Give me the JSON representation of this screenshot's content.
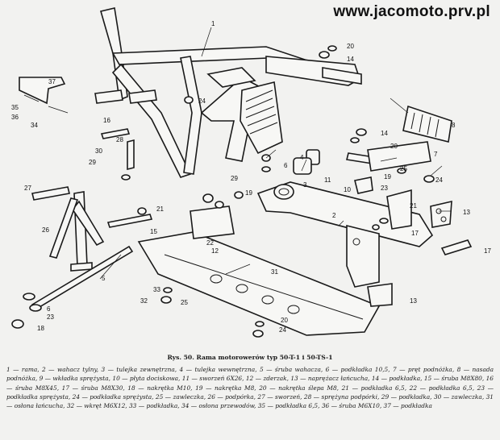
{
  "watermark": "www.jacomoto.prv.pl",
  "caption_title": "Rys. 50. Rama motorowerów typ 50-T-1 i 50-TS-1",
  "legend": [
    {
      "n": "1",
      "t": "rama"
    },
    {
      "n": "2",
      "t": "wahacz tylny"
    },
    {
      "n": "3",
      "t": "tulejka zewnętrzna"
    },
    {
      "n": "4",
      "t": "tulejka wewnętrzna"
    },
    {
      "n": "5",
      "t": "śruba wahacza"
    },
    {
      "n": "6",
      "t": "podkładka 10,5"
    },
    {
      "n": "7",
      "t": "pręt podnóżka"
    },
    {
      "n": "8",
      "t": "nasada podnóżka"
    },
    {
      "n": "9",
      "t": "wkładka sprężysta"
    },
    {
      "n": "10",
      "t": "płyta dociskowa"
    },
    {
      "n": "11",
      "t": "sworzeń 6X26"
    },
    {
      "n": "12",
      "t": "zderzak"
    },
    {
      "n": "13",
      "t": "naprężacz łańcucha"
    },
    {
      "n": "14",
      "t": "podkładka"
    },
    {
      "n": "15",
      "t": "śruba M8X80"
    },
    {
      "n": "16",
      "t": "śruba M8X45"
    },
    {
      "n": "17",
      "t": "śruba M8X30"
    },
    {
      "n": "18",
      "t": "nakrętka M10"
    },
    {
      "n": "19",
      "t": "nakrętka M8"
    },
    {
      "n": "20",
      "t": "nakrętka ślepa M8"
    },
    {
      "n": "21",
      "t": "podkładka 6,5"
    },
    {
      "n": "22",
      "t": "podkładka 6,5"
    },
    {
      "n": "23",
      "t": "podkładka sprężysta"
    },
    {
      "n": "24",
      "t": "podkładka sprężysta"
    },
    {
      "n": "25",
      "t": "zawleczka"
    },
    {
      "n": "26",
      "t": "podpórka"
    },
    {
      "n": "27",
      "t": "sworzeń"
    },
    {
      "n": "28",
      "t": "sprężyna podpórki"
    },
    {
      "n": "29",
      "t": "podkładka"
    },
    {
      "n": "30",
      "t": "zawleczka"
    },
    {
      "n": "31",
      "t": "osłona łańcucha"
    },
    {
      "n": "32",
      "t": "wkręt M6X12"
    },
    {
      "n": "33",
      "t": "podkładka"
    },
    {
      "n": "34",
      "t": "osłona przewodów"
    },
    {
      "n": "35",
      "t": "podkładka 6,5"
    },
    {
      "n": "36",
      "t": "śruba M6X10"
    },
    {
      "n": "37",
      "t": "podkładka"
    }
  ],
  "callouts": [
    {
      "id": "1",
      "label": "1"
    },
    {
      "id": "2",
      "label": "2"
    },
    {
      "id": "3",
      "label": "3"
    },
    {
      "id": "4",
      "label": "4"
    },
    {
      "id": "5",
      "label": "5"
    },
    {
      "id": "6a",
      "label": "6"
    },
    {
      "id": "6b",
      "label": "6"
    },
    {
      "id": "7",
      "label": "7"
    },
    {
      "id": "8",
      "label": "8"
    },
    {
      "id": "10",
      "label": "10"
    },
    {
      "id": "11",
      "label": "11"
    },
    {
      "id": "12",
      "label": "12"
    },
    {
      "id": "13a",
      "label": "13"
    },
    {
      "id": "13b",
      "label": "13"
    },
    {
      "id": "14a",
      "label": "14"
    },
    {
      "id": "14b",
      "label": "14"
    },
    {
      "id": "15",
      "label": "15"
    },
    {
      "id": "16",
      "label": "16"
    },
    {
      "id": "17a",
      "label": "17"
    },
    {
      "id": "17b",
      "label": "17"
    },
    {
      "id": "18",
      "label": "18"
    },
    {
      "id": "19a",
      "label": "19"
    },
    {
      "id": "19b",
      "label": "19"
    },
    {
      "id": "20a",
      "label": "20"
    },
    {
      "id": "20b",
      "label": "20"
    },
    {
      "id": "20c",
      "label": "20"
    },
    {
      "id": "21a",
      "label": "21"
    },
    {
      "id": "21b",
      "label": "21"
    },
    {
      "id": "22",
      "label": "22"
    },
    {
      "id": "23a",
      "label": "23"
    },
    {
      "id": "23b",
      "label": "23"
    },
    {
      "id": "24a",
      "label": "24"
    },
    {
      "id": "24b",
      "label": "24"
    },
    {
      "id": "24c",
      "label": "24"
    },
    {
      "id": "25a",
      "label": "25"
    },
    {
      "id": "25b",
      "label": "25"
    },
    {
      "id": "26",
      "label": "26"
    },
    {
      "id": "27",
      "label": "27"
    },
    {
      "id": "28",
      "label": "28"
    },
    {
      "id": "29a",
      "label": "29"
    },
    {
      "id": "29b",
      "label": "29"
    },
    {
      "id": "30",
      "label": "30"
    },
    {
      "id": "31",
      "label": "31"
    },
    {
      "id": "32",
      "label": "32"
    },
    {
      "id": "33",
      "label": "33"
    },
    {
      "id": "34",
      "label": "34"
    },
    {
      "id": "35",
      "label": "35"
    },
    {
      "id": "36",
      "label": "36"
    },
    {
      "id": "37",
      "label": "37"
    }
  ]
}
